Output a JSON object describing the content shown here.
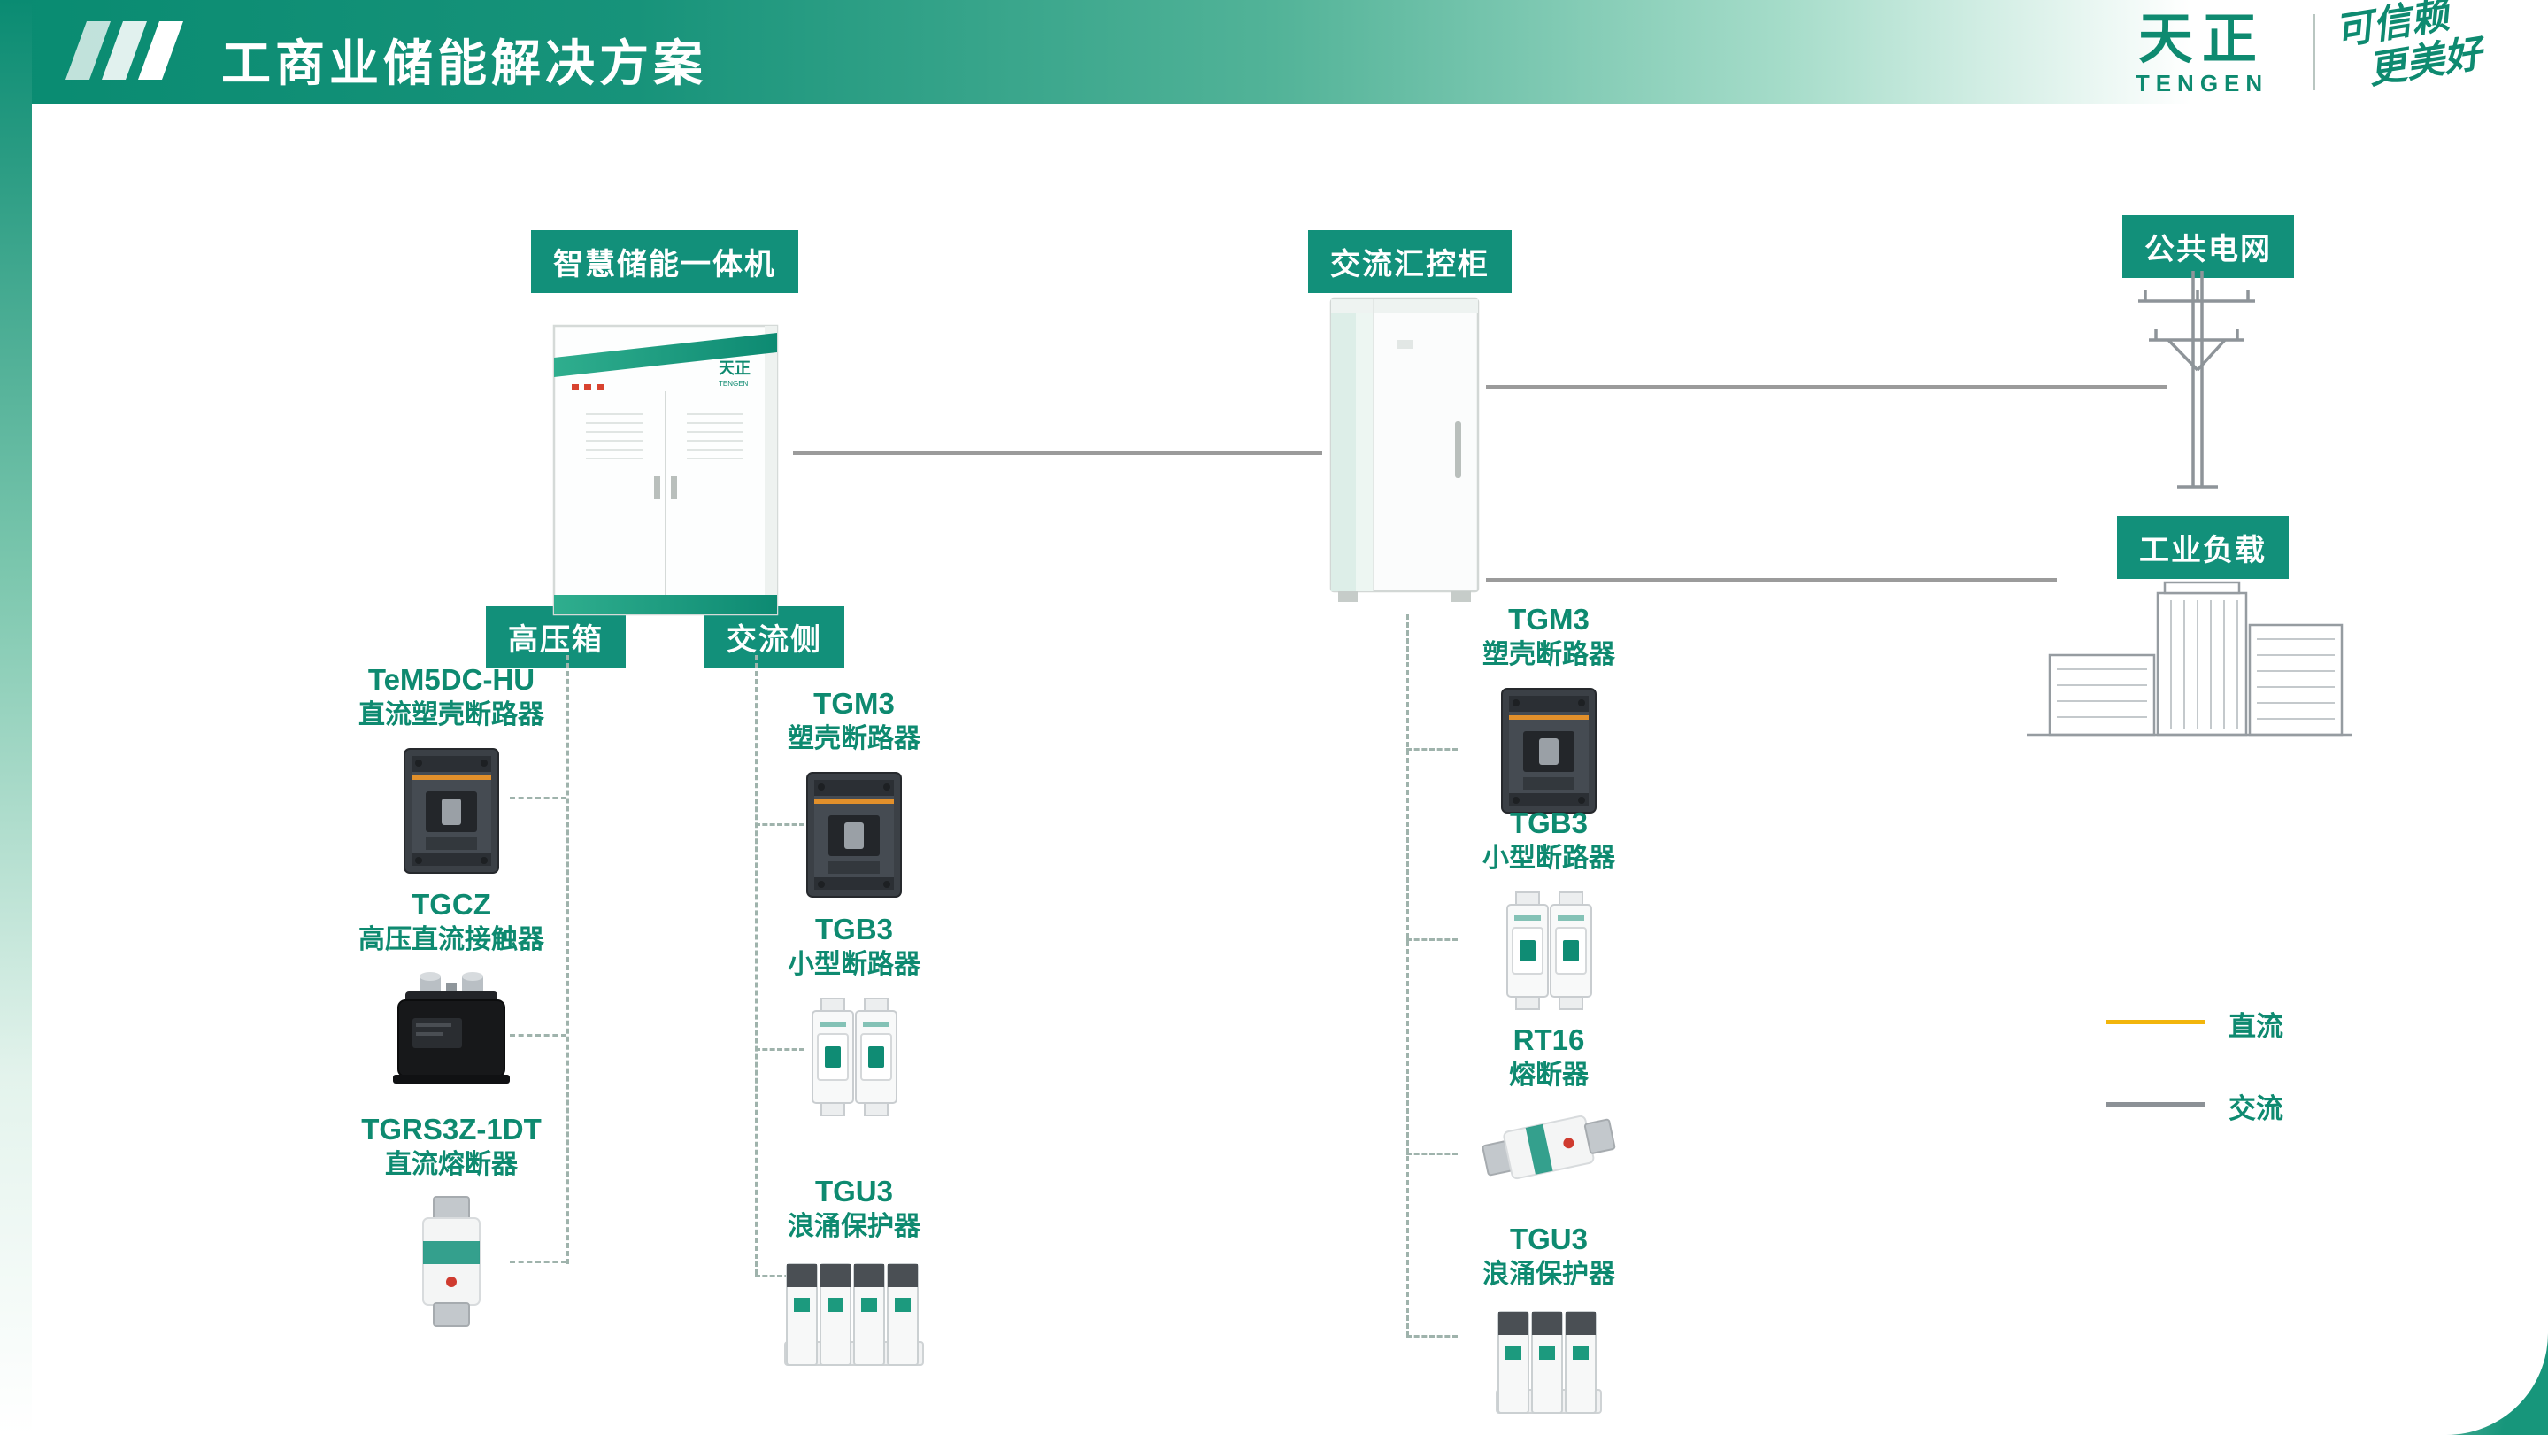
{
  "header": {
    "title": "工商业储能解决方案",
    "brand": {
      "name": "天正",
      "sub": "TENGEN"
    },
    "slogan": {
      "line1": "可信赖",
      "line2": "更美好"
    }
  },
  "theme": {
    "teal": "#0E8A70",
    "tag_bg": "#12907A",
    "dc_color": "#F2B50C",
    "ac_color": "#8C9196"
  },
  "diagram": {
    "nodes": {
      "storage": {
        "label": "智慧储能一体机",
        "brand": "天正",
        "brand_sub": "TENGEN"
      },
      "combiner": {
        "label": "交流汇控柜"
      },
      "grid": {
        "label": "公共电网"
      },
      "load": {
        "label": "工业负载"
      },
      "hv_box": {
        "label": "高压箱"
      },
      "ac_side": {
        "label": "交流侧"
      }
    },
    "columns": {
      "hv": [
        {
          "model": "TeM5DC-HU",
          "name": "直流塑壳断路器"
        },
        {
          "model": "TGCZ",
          "name": "高压直流接触器"
        },
        {
          "model": "TGRS3Z-1DT",
          "name": "直流熔断器"
        }
      ],
      "ac": [
        {
          "model": "TGM3",
          "name": "塑壳断路器"
        },
        {
          "model": "TGB3",
          "name": "小型断路器"
        },
        {
          "model": "TGU3",
          "name": "浪涌保护器"
        }
      ],
      "combiner": [
        {
          "model": "TGM3",
          "name": "塑壳断路器"
        },
        {
          "model": "TGB3",
          "name": "小型断路器"
        },
        {
          "model": "RT16",
          "name": "熔断器"
        },
        {
          "model": "TGU3",
          "name": "浪涌保护器"
        }
      ]
    },
    "legend": [
      {
        "label": "直流",
        "color": "#F2B50C"
      },
      {
        "label": "交流",
        "color": "#8C9196"
      }
    ]
  }
}
